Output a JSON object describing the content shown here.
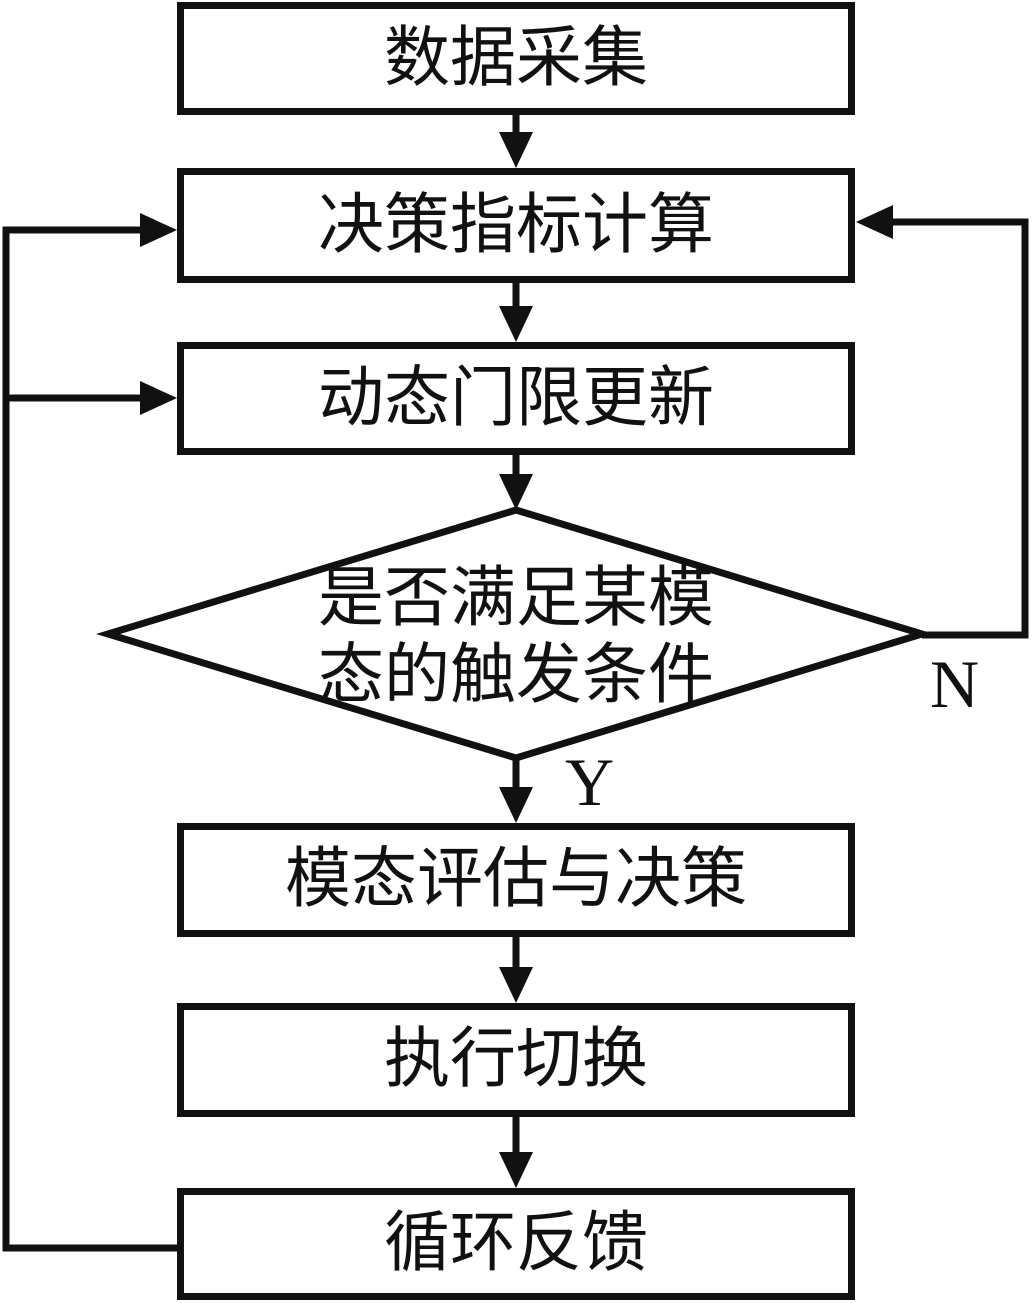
{
  "diagram": {
    "type": "flowchart",
    "ink_color": "#111111",
    "background_color": "#ffffff",
    "nodes": [
      {
        "id": "data-collection",
        "shape": "rect",
        "label": "数据采集"
      },
      {
        "id": "decision-metric-calculation",
        "shape": "rect",
        "label": "决策指标计算"
      },
      {
        "id": "dynamic-threshold-update",
        "shape": "rect",
        "label": "动态门限更新"
      },
      {
        "id": "mode-trigger-condition",
        "shape": "diamond",
        "lines": [
          "是否满足某模",
          "态的触发条件"
        ]
      },
      {
        "id": "mode-evaluation-decision",
        "shape": "rect",
        "label": "模态评估与决策"
      },
      {
        "id": "execute-switch",
        "shape": "rect",
        "label": "执行切换"
      },
      {
        "id": "loop-feedback",
        "shape": "rect",
        "label": "循环反馈"
      }
    ],
    "edge_labels": {
      "yes": "Y",
      "no": "N"
    },
    "edges": [
      {
        "from": "data-collection",
        "to": "decision-metric-calculation",
        "label": ""
      },
      {
        "from": "decision-metric-calculation",
        "to": "dynamic-threshold-update",
        "label": ""
      },
      {
        "from": "dynamic-threshold-update",
        "to": "mode-trigger-condition",
        "label": ""
      },
      {
        "from": "mode-trigger-condition",
        "to": "mode-evaluation-decision",
        "label": "Y"
      },
      {
        "from": "mode-trigger-condition",
        "to": "decision-metric-calculation",
        "label": "N"
      },
      {
        "from": "mode-evaluation-decision",
        "to": "execute-switch",
        "label": ""
      },
      {
        "from": "execute-switch",
        "to": "loop-feedback",
        "label": ""
      },
      {
        "from": "loop-feedback",
        "to": "decision-metric-calculation",
        "label": ""
      },
      {
        "from": "loop-feedback",
        "to": "dynamic-threshold-update",
        "label": ""
      }
    ]
  }
}
